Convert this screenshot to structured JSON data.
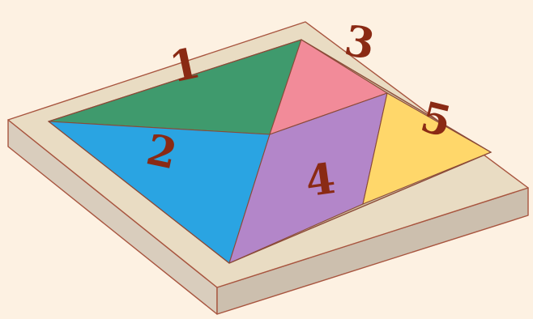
{
  "diagram": {
    "pieces": [
      {
        "id": "1",
        "label": "1",
        "color": "#3f9a6d"
      },
      {
        "id": "2",
        "label": "2",
        "color": "#2aa4e2"
      },
      {
        "id": "3",
        "label": "3",
        "color": "#f28b99"
      },
      {
        "id": "4",
        "label": "4",
        "color": "#b386c9"
      },
      {
        "id": "5",
        "label": "5",
        "color": "#ffd76a"
      }
    ],
    "tray": {
      "top_color": "#e9dcc3",
      "left_side_color": "#d9cdbd",
      "front_side_color": "#ccbfae",
      "outline_color": "#a8553f"
    },
    "label_color": "#8a2a14",
    "background": "#fdf1e2"
  }
}
